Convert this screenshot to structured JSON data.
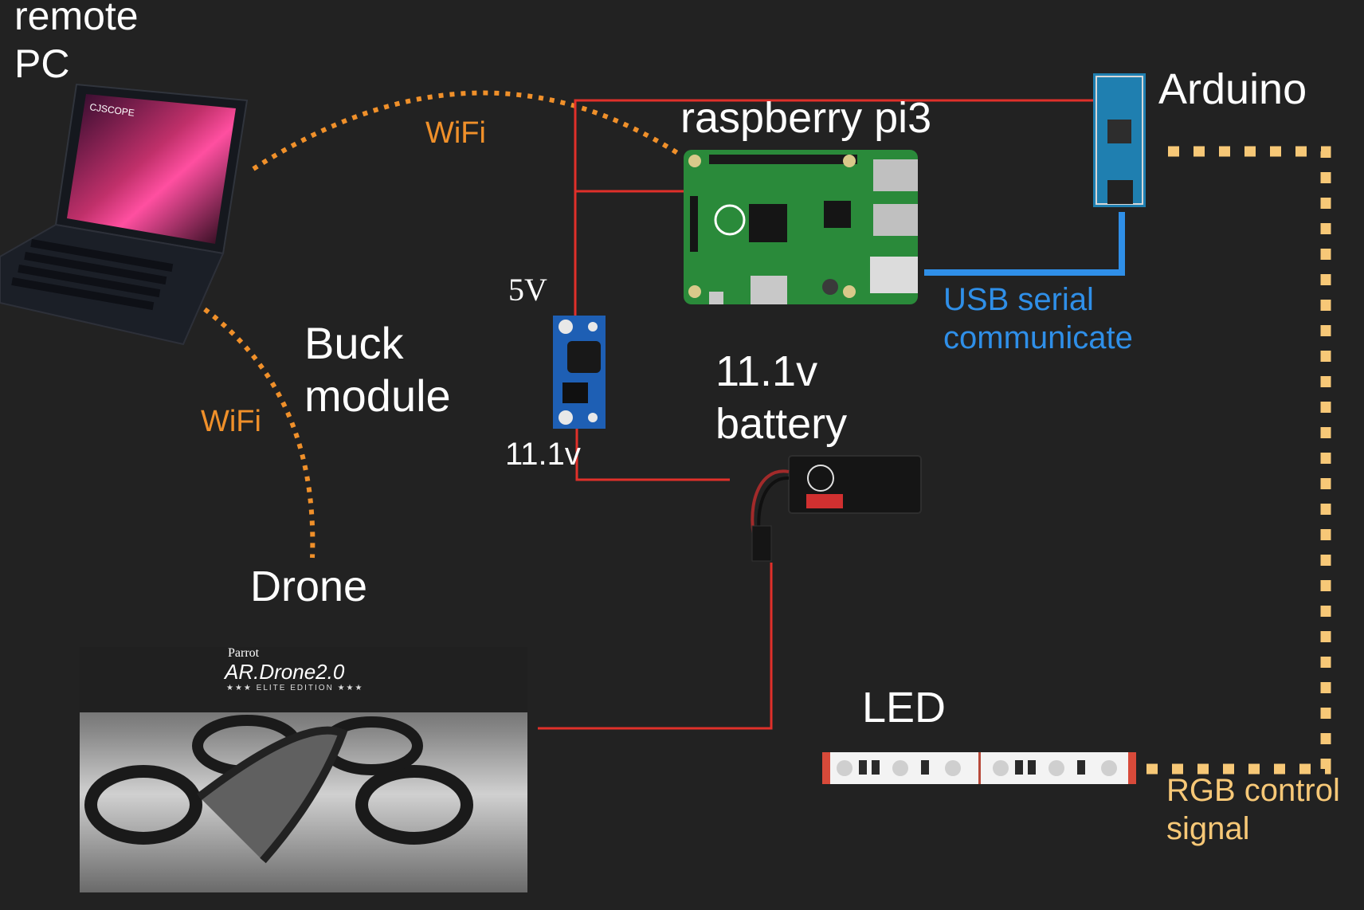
{
  "labels": {
    "remote_pc_line1": "remote",
    "remote_pc_line2": "PC",
    "wifi_top": "WiFi",
    "wifi_left": "WiFi",
    "raspberry_pi": "raspberry pi3",
    "arduino": "Arduino",
    "usb_line1": "USB serial",
    "usb_line2": "communicate",
    "v5": "5V",
    "buck_line1": "Buck",
    "buck_line2": "module",
    "v111_buck": "11.1v",
    "battery_line1": "11.1v",
    "battery_line2": "battery",
    "drone": "Drone",
    "led": "LED",
    "rgb_line1": "RGB control",
    "rgb_line2": "signal"
  },
  "laptop": {
    "brand": "CJSCOPE"
  },
  "drone_image": {
    "brand": "Parrot",
    "model": "AR.Drone2.0",
    "edition": "★★★ ELITE EDITION ★★★"
  },
  "colors": {
    "background": "#222222",
    "power_wire": "#e0302a",
    "wifi": "#f0902a",
    "usb": "#2f8fe8",
    "rgb_signal": "#f7c877",
    "pi_board": "#2a8a3a",
    "buck_board": "#1e5fb4",
    "arduino_board": "#1f7fb0"
  }
}
